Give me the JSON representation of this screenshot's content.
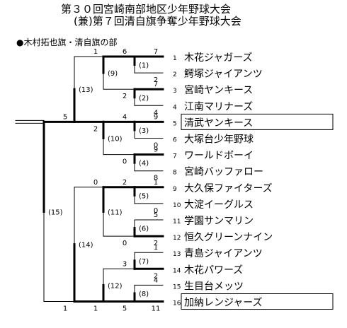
{
  "header": {
    "title_line1": "第３０回宮崎南部地区少年野球大会",
    "title_line2": "(兼)第７回清自旗争奪少年野球大会",
    "division": "●木村拓也旗・清自旗の部"
  },
  "teams": [
    {
      "seed": "1",
      "name": "木花ジャガーズ",
      "boxed": false
    },
    {
      "seed": "2",
      "name": "鰐塚ジャイアンツ",
      "boxed": false
    },
    {
      "seed": "3",
      "name": "宮崎ヤンキース",
      "boxed": false
    },
    {
      "seed": "4",
      "name": "江南マリナーズ",
      "boxed": false
    },
    {
      "seed": "5",
      "name": "清武ヤンキース",
      "boxed": true
    },
    {
      "seed": "6",
      "name": "大塚台少年野球",
      "boxed": false
    },
    {
      "seed": "7",
      "name": "ワールドボーイ",
      "boxed": false
    },
    {
      "seed": "8",
      "name": "宮崎バッファロー",
      "boxed": false
    },
    {
      "seed": "9",
      "name": "大久保ファイターズ",
      "boxed": false
    },
    {
      "seed": "10",
      "name": "大淀イーグルス",
      "boxed": false
    },
    {
      "seed": "11",
      "name": "学園サンマリン",
      "boxed": false
    },
    {
      "seed": "12",
      "name": "恒久グリーンナイン",
      "boxed": false
    },
    {
      "seed": "13",
      "name": "青島ジャイアンツ",
      "boxed": false
    },
    {
      "seed": "14",
      "name": "木花パワーズ",
      "boxed": false
    },
    {
      "seed": "15",
      "name": "生目台メッツ",
      "boxed": false
    },
    {
      "seed": "16",
      "name": "加納レンジャーズ",
      "boxed": true
    }
  ],
  "games": [
    {
      "id": "(1)",
      "score_top": "7",
      "score_bottom": "2",
      "winner": "top"
    },
    {
      "id": "(2)",
      "score_top": "7",
      "score_bottom": "4",
      "winner": "top"
    },
    {
      "id": "(3)",
      "score_top": "9",
      "score_bottom": "0",
      "winner": "top"
    },
    {
      "id": "(4)",
      "score_top": "9",
      "score_bottom": "8",
      "winner": "top"
    },
    {
      "id": "(5)",
      "score_top": "1",
      "score_bottom": "0",
      "winner": "top"
    },
    {
      "id": "(6)",
      "score_top": "5",
      "score_bottom": "2",
      "winner": "bottom"
    },
    {
      "id": "(7)",
      "score_top": "1",
      "score_bottom": "2",
      "winner": "bottom"
    },
    {
      "id": "(8)",
      "score_top": "4",
      "score_bottom": "11",
      "winner": "bottom"
    },
    {
      "id": "(9)",
      "score_top": "6",
      "score_bottom": "2",
      "winner": "top"
    },
    {
      "id": "(10)",
      "score_top": "4",
      "score_bottom": "0",
      "winner": "top"
    },
    {
      "id": "(11)",
      "score_top": "2",
      "score_bottom": "0",
      "winner": "top"
    },
    {
      "id": "(12)",
      "score_top": "3",
      "score_bottom": "5",
      "winner": "bottom"
    },
    {
      "id": "(13)",
      "score_top": "1",
      "score_bottom": "2",
      "winner": "bottom"
    },
    {
      "id": "(14)",
      "score_top": "0",
      "score_bottom": "1",
      "winner": "bottom"
    },
    {
      "id": "(15)",
      "score_top": "5",
      "score_bottom": "1",
      "winner": "top"
    }
  ]
}
